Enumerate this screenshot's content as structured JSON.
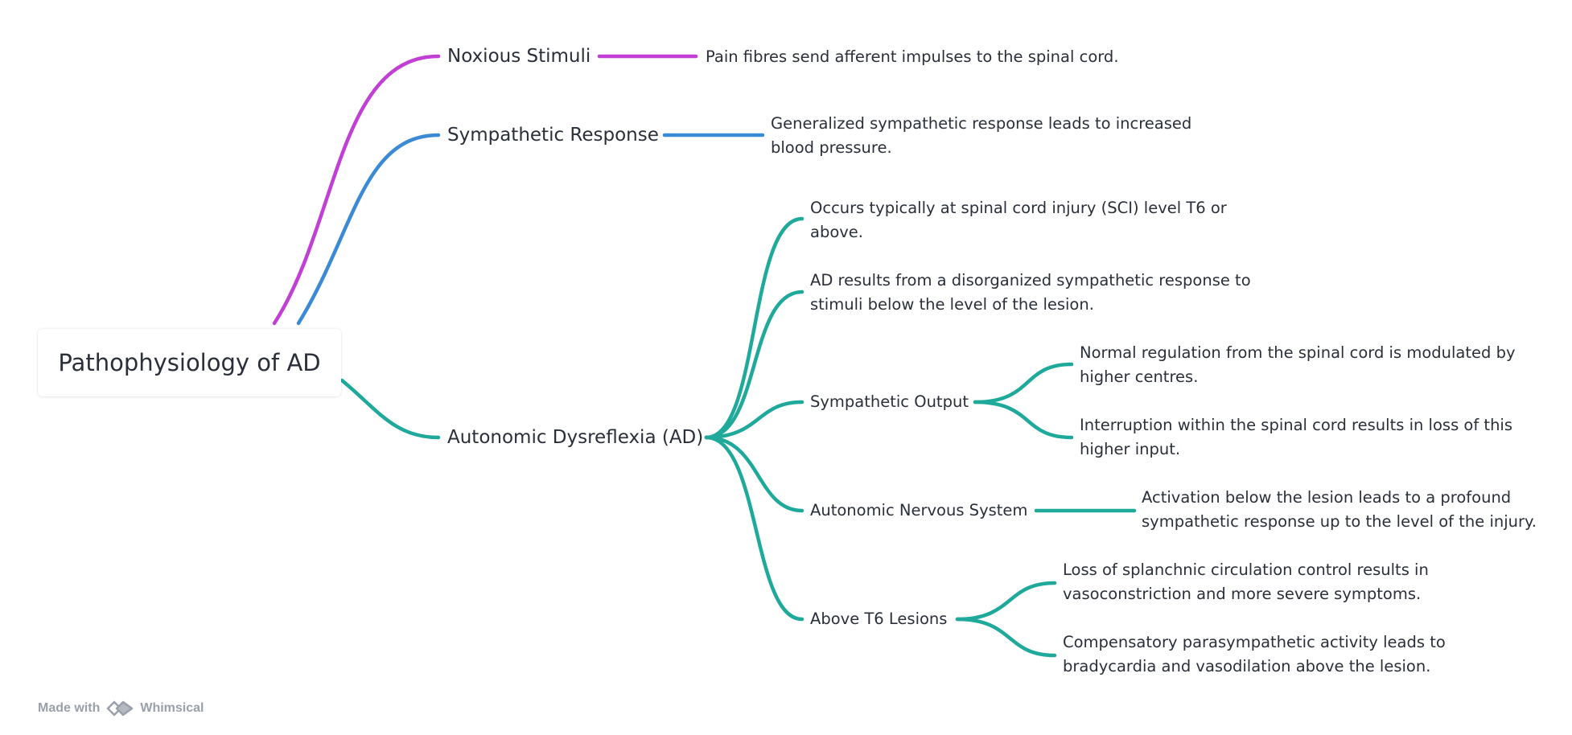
{
  "colors": {
    "magenta": "#c23fd6",
    "blue": "#3a8ad6",
    "teal": "#1ea99a",
    "text": "#2a2f3a",
    "footer": "#9aa0aa"
  },
  "root": {
    "label": "Pathophysiology of AD"
  },
  "branches": {
    "noxious": {
      "label": "Noxious Stimuli",
      "detail": "Pain fibres send afferent impulses to the spinal cord."
    },
    "sympathetic": {
      "label": "Sympathetic Response",
      "detail": "Generalized sympathetic response leads to increased blood pressure."
    },
    "ad": {
      "label": "Autonomic Dysreflexia (AD)",
      "facts": [
        "Occurs typically at spinal cord injury (SCI) level T6 or above.",
        "AD results from a disorganized sympathetic response to stimuli below the level of the lesion."
      ],
      "sympathetic_output": {
        "label": "Sympathetic Output",
        "details": [
          "Normal regulation from the spinal cord is modulated by higher centres.",
          "Interruption within the spinal cord results in loss of this higher input."
        ]
      },
      "ans": {
        "label": "Autonomic Nervous System",
        "detail": "Activation below the lesion leads to a profound sympathetic response up to the level of the injury."
      },
      "above_t6": {
        "label": "Above T6 Lesions",
        "details": [
          "Loss of splanchnic circulation control results in vasoconstriction and more severe symptoms.",
          "Compensatory parasympathetic activity leads to bradycardia and vasodilation above the lesion."
        ]
      }
    }
  },
  "footer": {
    "made_with": "Made with",
    "brand": "Whimsical"
  }
}
